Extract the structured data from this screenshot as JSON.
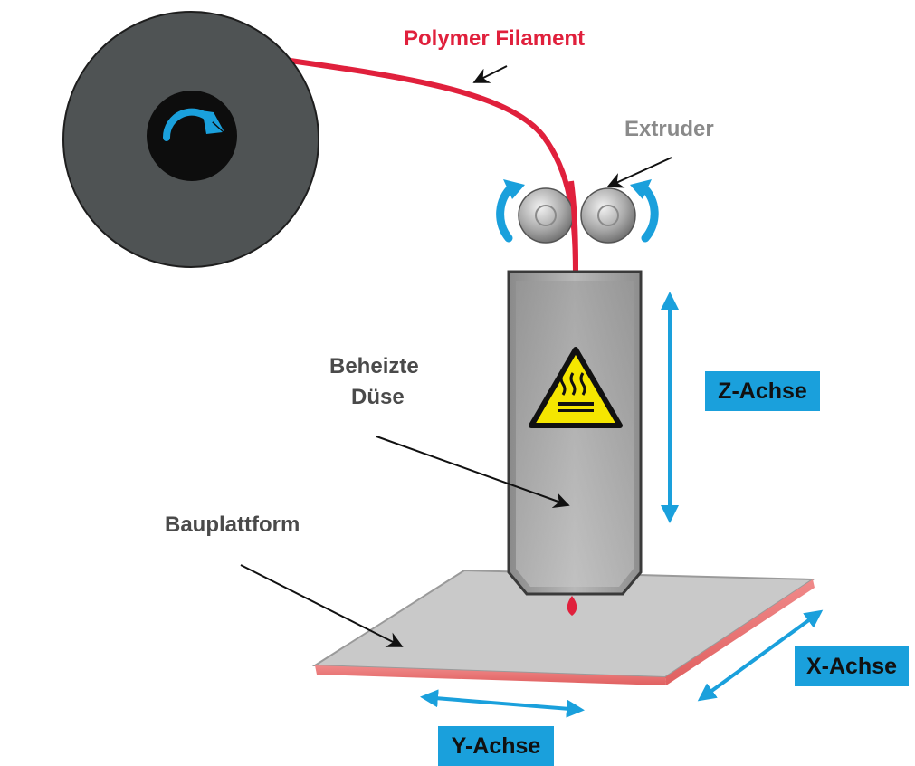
{
  "labels": {
    "filament": "Polymer Filament",
    "extruder": "Extruder",
    "nozzle_line1": "Beheizte",
    "nozzle_line2": "Düse",
    "platform": "Bauplattform"
  },
  "axes": {
    "z": "Z-Achse",
    "x": "X-Achse",
    "y": "Y-Achse"
  },
  "colors": {
    "filament": "#e0203c",
    "axis_accent": "#1aa0dc",
    "spool": "#4f5354",
    "hub": "#0d0d0d",
    "warning": "#f5e600"
  },
  "icons": {
    "spool_rotation": "rotate-clockwise-arrow-icon",
    "roller_rotation": "curved-arrow-icon",
    "hazard": "hot-surface-warning-icon"
  }
}
